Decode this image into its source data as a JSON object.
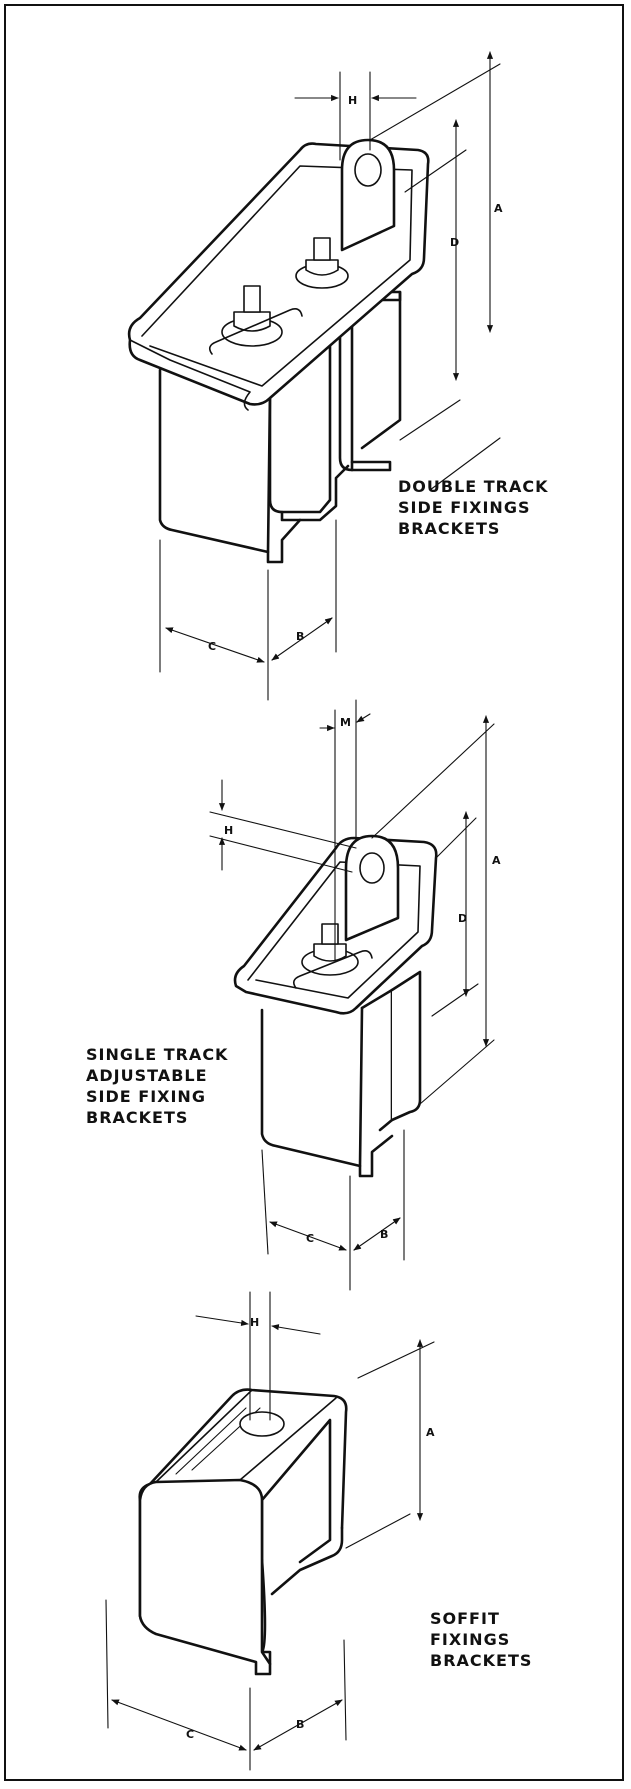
{
  "brackets": [
    {
      "id": "double-track",
      "caption": [
        "DOUBLE TRACK",
        "SIDE FIXINGS",
        "BRACKETS"
      ],
      "dimensions": [
        "H",
        "A",
        "D",
        "C",
        "B"
      ]
    },
    {
      "id": "single-track",
      "caption": [
        "SINGLE TRACK",
        "ADJUSTABLE",
        "SIDE FIXING",
        "BRACKETS"
      ],
      "dimensions": [
        "M",
        "H",
        "A",
        "D",
        "C",
        "B"
      ]
    },
    {
      "id": "soffit",
      "caption": [
        "SOFFIT",
        "FIXINGS",
        "BRACKETS"
      ],
      "dimensions": [
        "H",
        "A",
        "C",
        "B"
      ]
    }
  ],
  "colors": {
    "ink": "#111111",
    "paper": "#ffffff"
  }
}
